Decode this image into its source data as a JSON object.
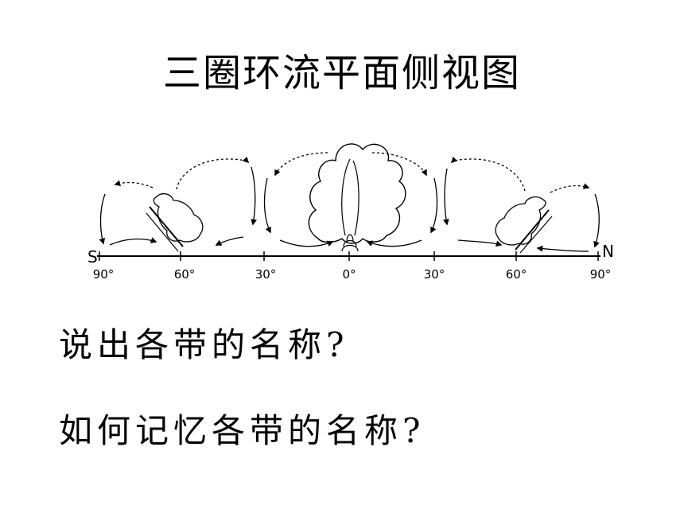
{
  "slide": {
    "title": "三圈环流平面侧视图",
    "question_1": "说出各带的名称?",
    "question_2": "如何记忆各带的名称?"
  },
  "diagram": {
    "pole_left": "S",
    "pole_right": "N",
    "latitude_labels": [
      "90°",
      "60°",
      "30°",
      "0°",
      "30°",
      "60°",
      "90°"
    ]
  }
}
